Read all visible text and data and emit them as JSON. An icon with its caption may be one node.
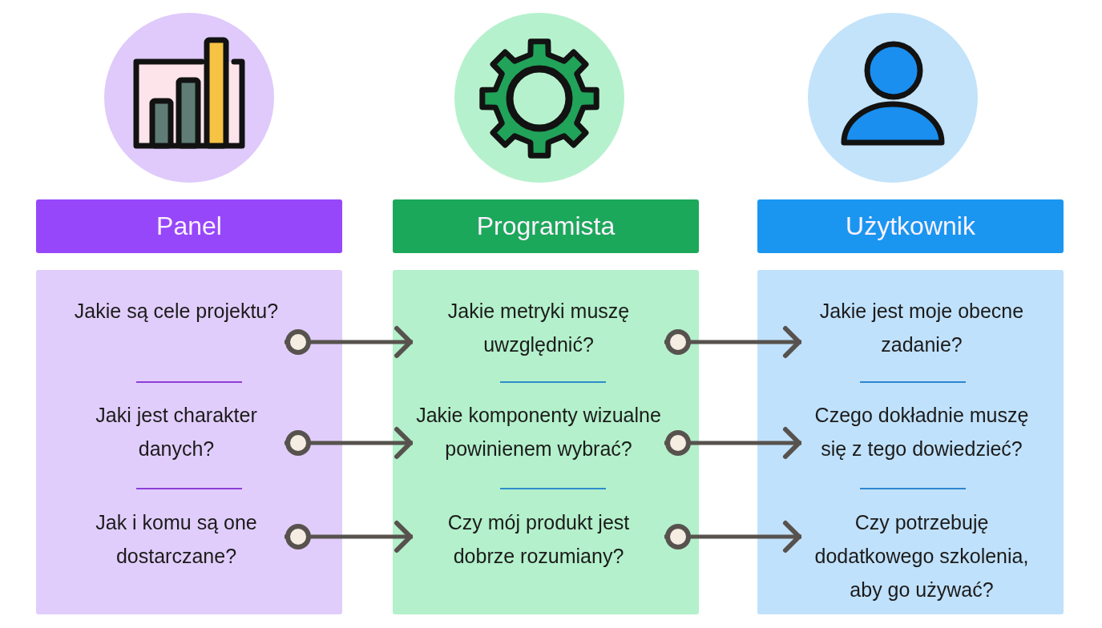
{
  "diagram": {
    "nodes": [
      {
        "text": [
          "Panel"
        ]
      },
      {
        "text": [],
        "shape": "box"
      },
      {
        "text": [
          "Jakie są cele projektu?"
        ],
        "in": 1
      },
      {
        "text": [
          "Jaki jest charakter danych?"
        ],
        "in": 1
      },
      {
        "text": [
          "Jak i komu są one dostarczane?"
        ],
        "in": 1
      },
      {
        "text": [
          "Programista"
        ]
      },
      {
        "text": [],
        "shape": "box"
      },
      {
        "text": [
          "Jakie metryki muszę uwzględnić?"
        ],
        "in": 6
      },
      {
        "text": [
          "Jakie komponenty wizualne powinienem wybrać?"
        ],
        "in": 6
      },
      {
        "text": [
          "Czy mój produkt jest dobrze rozumiany?"
        ],
        "in": 6
      },
      {
        "text": [
          "Użytkownik"
        ]
      },
      {
        "text": [],
        "shape": "box"
      },
      {
        "text": [
          "Jakie jest moje obecne zadanie?"
        ],
        "in": 11
      },
      {
        "text": [
          "Czego dokładnie muszę się z tego dowiedzieć?"
        ],
        "in": 11
      },
      {
        "text": [
          "Czy potrzebuję dodatkowego szkolenia, aby go używać?"
        ],
        "in": 11
      }
    ],
    "edges": [
      {
        "from": 2,
        "to": 7,
        "arrow": "to"
      },
      {
        "from": 3,
        "to": 8,
        "arrow": "to"
      },
      {
        "from": 4,
        "to": 9,
        "arrow": "to"
      },
      {
        "from": 7,
        "to": 12,
        "arrow": "to"
      },
      {
        "from": 8,
        "to": 13,
        "arrow": "to"
      },
      {
        "from": 9,
        "to": 14,
        "arrow": "to"
      }
    ]
  }
}
